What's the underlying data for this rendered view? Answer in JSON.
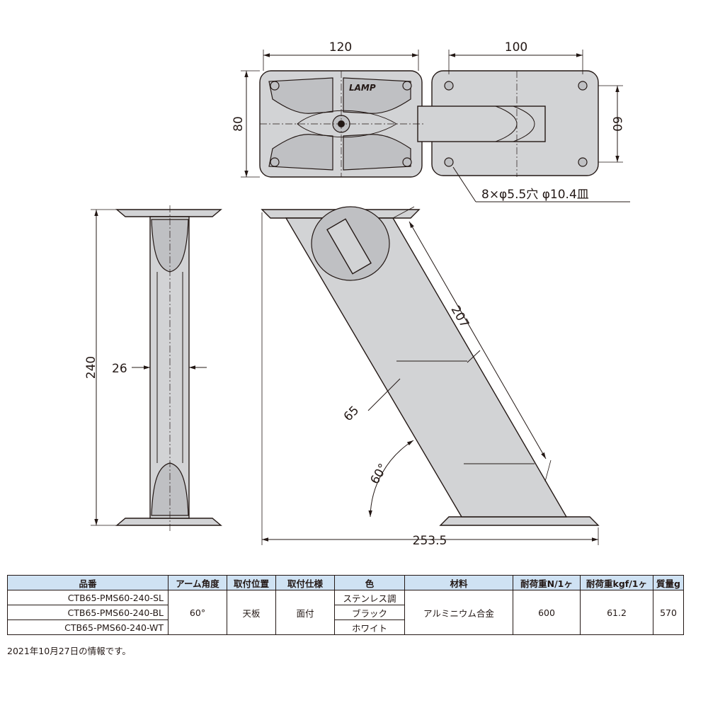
{
  "drawing": {
    "dims": {
      "top_width_left": "120",
      "top_width_right": "100",
      "top_height_left": "80",
      "top_height_right": "60",
      "hole_note": "8×φ5.5穴 φ10.4皿",
      "height": "240",
      "pipe_width": "26",
      "arm_length": "207",
      "arm_offset": "65",
      "angle": "60°",
      "total_span": "253.5"
    },
    "logo": "LAMP"
  },
  "table": {
    "headers": [
      "品番",
      "アーム角度",
      "取付位置",
      "取付仕様",
      "色",
      "材料",
      "耐荷重N/1ヶ",
      "耐荷重kgf/1ヶ",
      "質量g"
    ],
    "rows": [
      {
        "code": "CTB65-PMS60-240-SL",
        "color": "ステンレス調"
      },
      {
        "code": "CTB65-PMS60-240-BL",
        "color": "ブラック"
      },
      {
        "code": "CTB65-PMS60-240-WT",
        "color": "ホワイト"
      }
    ],
    "shared": {
      "angle": "60°",
      "position": "天板",
      "spec": "面付",
      "material": "アルミニウム合金",
      "load_n": "600",
      "load_kgf": "61.2",
      "mass": "570"
    }
  },
  "footnote": "2021年10月27日の情報です。"
}
